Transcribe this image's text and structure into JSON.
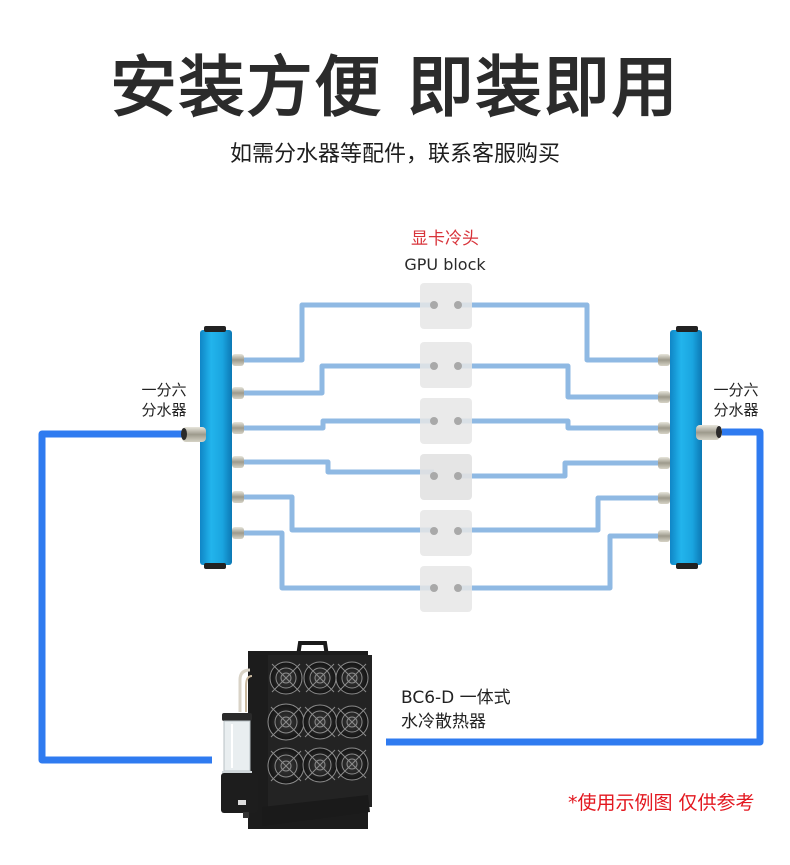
{
  "header": {
    "title": "安装方便 即装即用",
    "subtitle": "如需分水器等配件，联系客服购买"
  },
  "gpu_block": {
    "label_cn": "显卡冷头",
    "label_en": "GPU block",
    "count": 6
  },
  "manifold_left": {
    "label_line1": "一分六",
    "label_line2": "分水器",
    "ports": 6
  },
  "manifold_right": {
    "label_line1": "一分六",
    "label_line2": "分水器",
    "ports": 6
  },
  "cooling_unit": {
    "label_line1": "BC6-D 一体式",
    "label_line2": "水冷散热器",
    "fan_count": 9
  },
  "note": "*使用示例图 仅供参考",
  "colors": {
    "title": "#2b2b2b",
    "gpu_label": "#d8333a",
    "note": "#e3171f",
    "thin_pipe": "#8fb9e3",
    "main_pipe": "#2f7bf0",
    "manifold": "#1aa5e0",
    "gpu_pad": "#e6e6e6"
  }
}
